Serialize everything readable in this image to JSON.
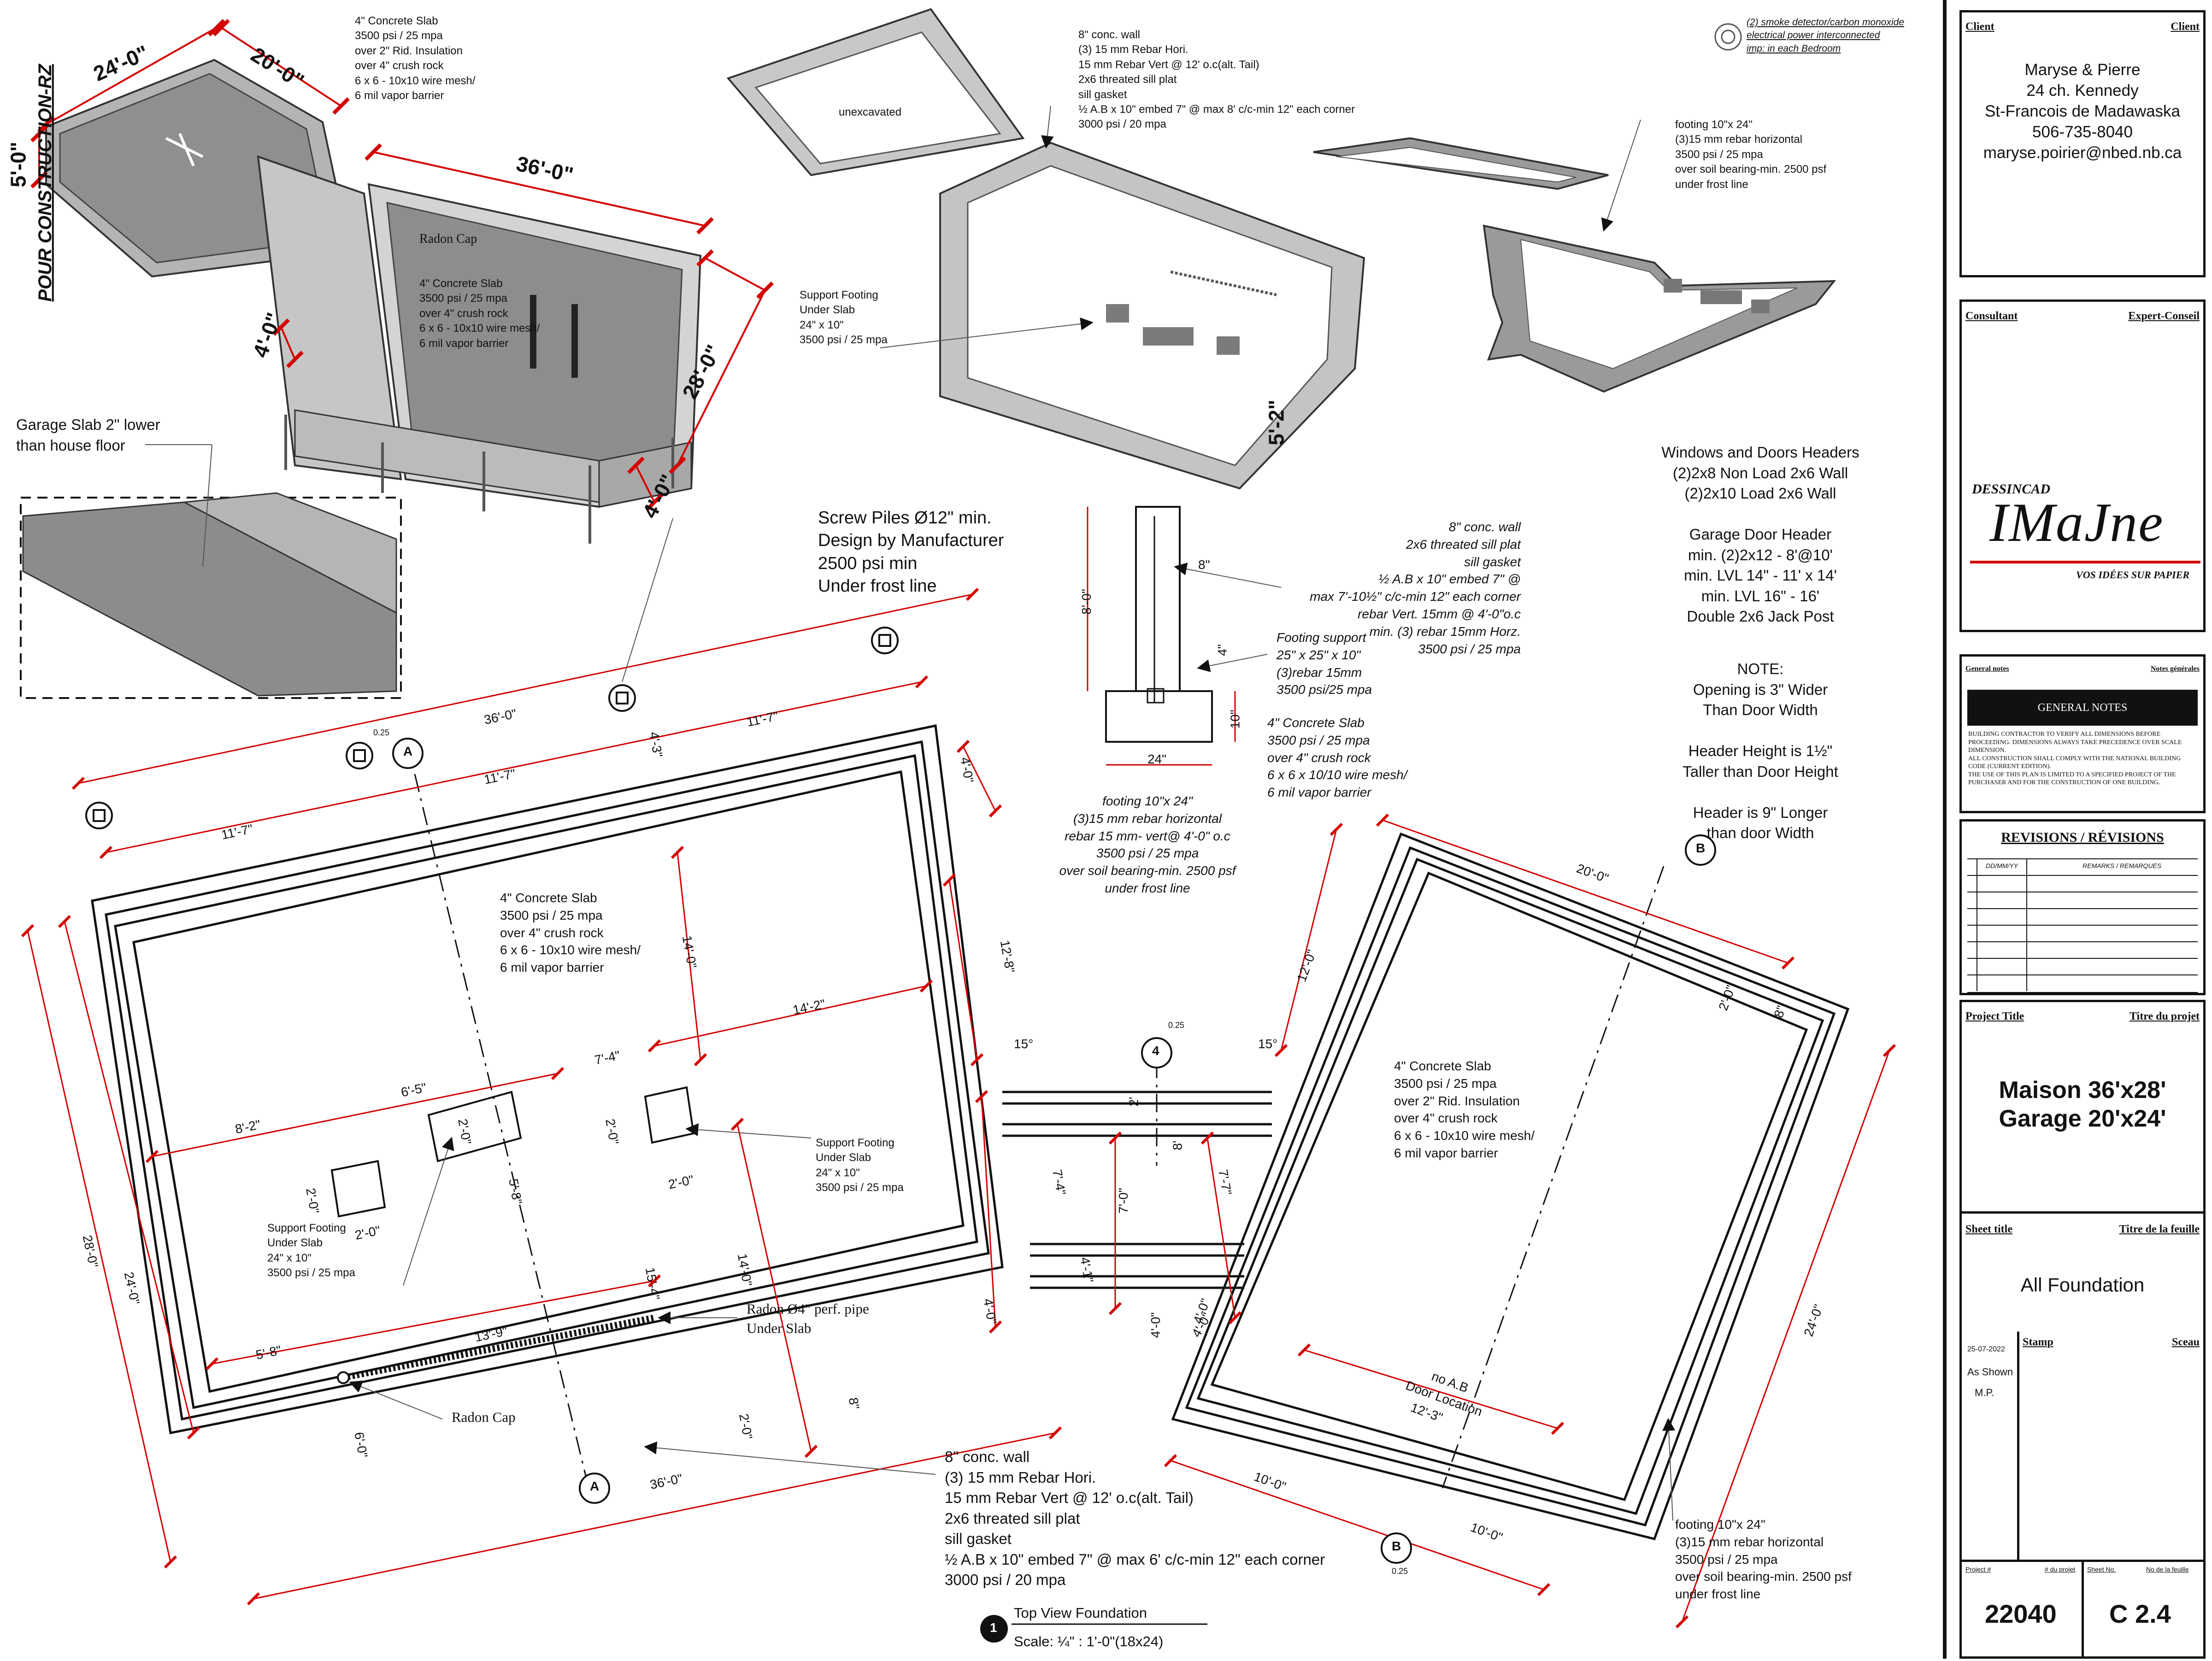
{
  "side_label": "POUR CONSTRUCTION-RZ",
  "top_iso": {
    "dims": [
      "24'-0\"",
      "20'-0\"",
      "5'-0\"",
      "36'-0\"",
      "4'-0\"",
      "28'-0\"",
      "5'-2\"",
      "4'-0\""
    ],
    "radon_cap": "Radon Cap",
    "garage_slab_note": "4\" Concrete Slab\n3500 psi / 25 mpa\nover 2\" Rid. Insulation\nover 4\" crush rock\n6 x 6 - 10x10 wire mesh/\n6 mil vapor barrier",
    "house_slab_note": "4\" Concrete Slab\n3500 psi / 25 mpa\nover 4\" crush rock\n6 x 6 - 10x10 wire mesh/\n6 mil vapor barrier",
    "garage_lower": "Garage Slab 2\" lower\nthan house floor",
    "unexcavated": "unexcavated",
    "wall_note": "8\" conc. wall\n(3) 15 mm Rebar Hori.\n15 mm Rebar Vert @ 12' o.c(alt. Tail)\n2x6 threated sill plat\nsill gasket\n½ A.B x 10\" embed 7\"  @ max 8' c/c-min 12\" each corner\n3000 psi / 20 mpa",
    "support_footing": "Support Footing\nUnder Slab\n24\" x 10\"\n3500 psi / 25 mpa",
    "footing_note": "footing 10\"x 24\"\n(3)15 mm rebar horizontal\n3500 psi / 25 mpa\nover soil bearing-min. 2500 psf\nunder frost line",
    "smoke_note": "(2) smoke detector/carbon monoxide\nelectrical power interconnected\nimp: in each Bedroom"
  },
  "screw_piles": "Screw Piles Ø12\" min.\nDesign by Manufacturer\n2500 psi min\nUnder frost line",
  "section": {
    "wall_note": "8\" conc. wall\n2x6 threated sill plat\nsill gasket\n½ A.B x 10\" embed 7\"  @\nmax 7'-10½\" c/c-min 12\" each corner\nrebar Vert. 15mm @ 4'-0\"o.c\nmin. (3) rebar 15mm Horz.\n3500 psi / 25 mpa",
    "footing_support": "Footing support\n25\" x 25\" x 10\"\n(3)rebar 15mm\n3500 psi/25 mpa",
    "slab_note": "4\" Concrete Slab\n3500 psi / 25 mpa\nover 4\" crush rock\n6 x 6 x 10/10 wire mesh/\n6 mil vapor barrier",
    "footing_note": "footing 10\"x 24\"\n(3)15 mm rebar horizontal\nrebar 15 mm- vert@ 4'-0\" o.c\n3500 psi / 25 mpa\nover soil bearing-min. 2500 psf\nunder frost line",
    "dims": [
      "8'-0\"",
      "8\"",
      "4\"",
      "10\"",
      "24\""
    ]
  },
  "headers": {
    "text": "Windows and Doors Headers\n(2)2x8 Non Load 2x6 Wall\n(2)2x10 Load 2x6 Wall\n\nGarage Door Header\nmin. (2)2x12 - 8'@10'\nmin. LVL 14\" - 11' x 14'\nmin. LVL 16\" - 16'\nDouble 2x6 Jack  Post",
    "note": "NOTE:\nOpening is 3\" Wider\nThan Door Width\n\nHeader Height is 1½\"\nTaller than Door Height\n\nHeader is 9\" Longer\nthan door Width"
  },
  "plan": {
    "house_slab_note": "4\" Concrete Slab\n3500 psi / 25 mpa\nover 4\" crush rock\n6 x 6 - 10x10 wire mesh/\n6 mil vapor barrier",
    "garage_slab_note": "4\" Concrete Slab\n3500 psi / 25 mpa\nover 2\" Rid. Insulation\nover 4\" crush rock\n6 x 6 - 10x10 wire mesh/\n6 mil vapor barrier",
    "support_footing_right": "Support Footing\nUnder Slab\n24\" x 10\"\n3500 psi / 25 mpa",
    "support_footing_left": "Support Footing\nUnder Slab\n24\" x 10\"\n3500 psi / 25 mpa",
    "radon_pipe": "Radon Ø4\" perf. pipe\nUnder Slab",
    "radon_cap": "Radon Cap",
    "no_ab": "no A.B\nDoor Location",
    "wall_note": "8\" conc. wall\n(3) 15 mm Rebar Hori.\n15 mm Rebar Vert @ 12' o.c(alt. Tail)\n2x6 threated sill plat\nsill gasket\n½ A.B x 10\" embed 7\"  @ max 6' c/c-min 12\" each corner\n3000 psi / 20 mpa",
    "footing_note": "footing 10\"x 24\"\n(3)15 mm rebar horizontal\n3500 psi / 25 mpa\nover soil bearing-min. 2500 psf\nunder frost line",
    "dims": [
      "36'-0\"",
      "11'-7\"",
      "11'-7\"",
      "11'-7\"",
      "4'-3\"",
      "4'-0\"",
      "12'-8\"",
      "14'-0\"",
      "14'-2\"",
      "7'-4\"",
      "6'-5\"",
      "8'-2\"",
      "2'-0\"",
      "2'-0\"",
      "2'-0\"",
      "2'-0\"",
      "2'-0\"",
      "5'-8\"",
      "13'-9\"",
      "15'-4\"",
      "14'-0\"",
      "5'-8\"",
      "6'-0\"",
      "28'-0\"",
      "24'-0\"",
      "36'-0\"",
      "8\"",
      "2'-0\"",
      "4'-0\"",
      "7'-4\"",
      "7'-0\"",
      "7'-7\"",
      "4'-1\"",
      "4'-0\"",
      "4'-0\"",
      "15°",
      "15°",
      "2'",
      "8'",
      "20'-0\"",
      "12'-0\"",
      "2'-0\"",
      "8\"",
      "24'-0\"",
      "12'-3\"",
      "10'-0\"",
      "10'-0\"",
      "4'-0\""
    ],
    "markers": {
      "a": "A",
      "b": "B",
      "four": "4",
      "s025": "0.25"
    }
  },
  "view_title": {
    "num": "1",
    "title": "Top View Foundation",
    "scale": "Scale:  ¼\" : 1'-0\"(18x24)"
  },
  "title_block": {
    "client_l": "Client",
    "client_r": "Client",
    "client_lines": [
      "Maryse & Pierre",
      "24 ch. Kennedy",
      "St-Francois de Madawaska",
      "506-735-8040",
      "maryse.poirier@nbed.nb.ca"
    ],
    "consultant_l": "Consultant",
    "consultant_r": "Expert-Conseil",
    "logo_small": "DESSINCAD",
    "logo_big": "IMaJne",
    "logo_tag": "VOS IDÉES SUR PAPIER",
    "gen_notes_l": "General notes",
    "gen_notes_r": "Notes générales",
    "gen_notes_title": "GENERAL NOTES",
    "gen_notes_text": "BUILDING CONTRACTOR TO VERIFY ALL DIMENSIONS BEFORE PROCEEDING. DIMENSIONS ALWAYS TAKE PRECEDENCE OVER SCALE DIMENSION.\nALL CONSTRUCTION SHALL COMPLY WITH THE NATIONAL BUILDING CODE (CURRENT EDITION).\nTHE USE OF THIS PLAN IS LIMITED TO A SPECIFIED PROJECT OF THE PURCHASER AND FOR THE CONSTRUCTION OF ONE BUILDING.",
    "revisions": "REVISIONS / RÉVISIONS",
    "rev_date": "DD/MM/YY",
    "rev_remarks": "REMARKS / REMARQUES",
    "project_l": "Project Title",
    "project_r": "Titre du projet",
    "project_title": "Maison 36'x28'\nGarage  20'x24'",
    "sheet_l": "Sheet title",
    "sheet_r": "Titre de la feuille",
    "sheet_title": "All Foundation",
    "date": "25-07-2022",
    "scale": "As Shown",
    "drawn": "M.P.",
    "stamp_l": "Stamp",
    "stamp_r": "Sceau",
    "projno_l": "Project #",
    "projno_r": "# du projet",
    "projno": "22040",
    "sheetno_l": "Sheet No.",
    "sheetno_r": "No de la feuille",
    "sheetno": "C 2.4"
  }
}
